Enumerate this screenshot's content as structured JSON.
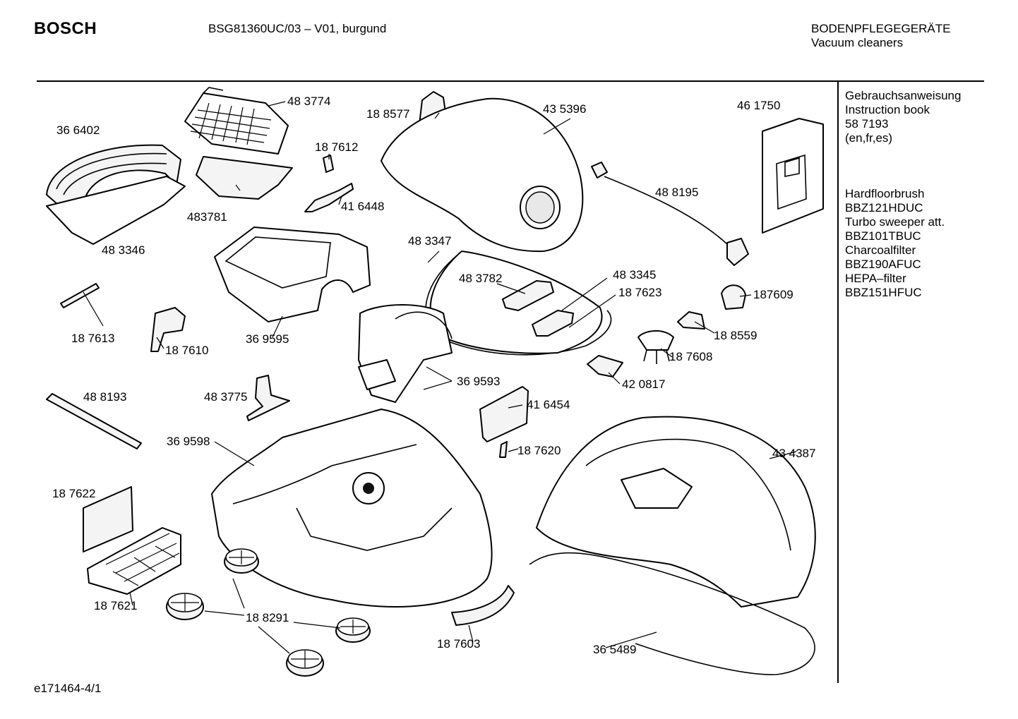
{
  "header": {
    "brand": "BOSCH",
    "model": "BSG81360UC/03 – V01, burgund",
    "category_de": "BODENPFLEGEGERÄTE",
    "category_en": "Vacuum cleaners"
  },
  "sidebar": {
    "lines": [
      "Gebrauchsanweisung",
      "Instruction book",
      "58 7193",
      "(en,fr,es)",
      "Hardfloorbrush",
      "BBZ121HDUC",
      "Turbo sweeper att.",
      "BBZ101TBUC",
      "Charcoalfilter",
      "BBZ190AFUC",
      "HEPA–filter",
      "BBZ151HFUC"
    ]
  },
  "parts": [
    "48 3774",
    "36 6402",
    "18 8577",
    "43 5396",
    "46 1750",
    "18 7612",
    "483781",
    "41 6448",
    "48 8195",
    "48 3346",
    "48 3347",
    "48 3782",
    "48 3345",
    "18 7623",
    "187609",
    "18 7613",
    "18 7610",
    "36 9595",
    "18 8559",
    "18 7608",
    "42 0817",
    "36 9593",
    "48 8193",
    "48 3775",
    "41 6454",
    "36 9598",
    "18 7620",
    "43 4387",
    "18 7622",
    "18 7621",
    "18 8291",
    "18 7603",
    "36 5489"
  ],
  "footer": {
    "code": "e171464-4/1"
  }
}
